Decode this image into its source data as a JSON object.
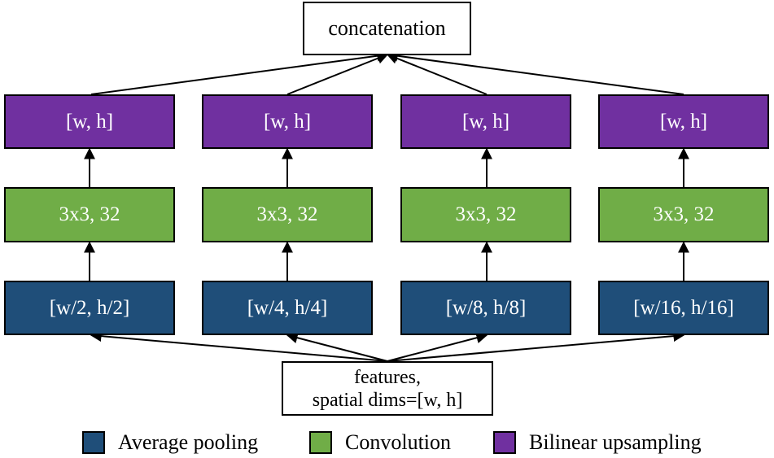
{
  "top": {
    "label": "concatenation"
  },
  "bottom": {
    "line1": "features,",
    "line2": "spatial dims=[w, h]"
  },
  "branches": [
    {
      "pool": "[w/2, h/2]",
      "conv": "3x3, 32",
      "ups": "[w, h]"
    },
    {
      "pool": "[w/4, h/4]",
      "conv": "3x3, 32",
      "ups": "[w, h]"
    },
    {
      "pool": "[w/8, h/8]",
      "conv": "3x3, 32",
      "ups": "[w, h]"
    },
    {
      "pool": "[w/16, h/16]",
      "conv": "3x3, 32",
      "ups": "[w, h]"
    }
  ],
  "legend": {
    "pool": "Average pooling",
    "conv": "Convolution",
    "ups": "Bilinear upsampling"
  },
  "colors": {
    "pool": "#1f4e79",
    "conv": "#70ad47",
    "ups": "#7030a0"
  }
}
